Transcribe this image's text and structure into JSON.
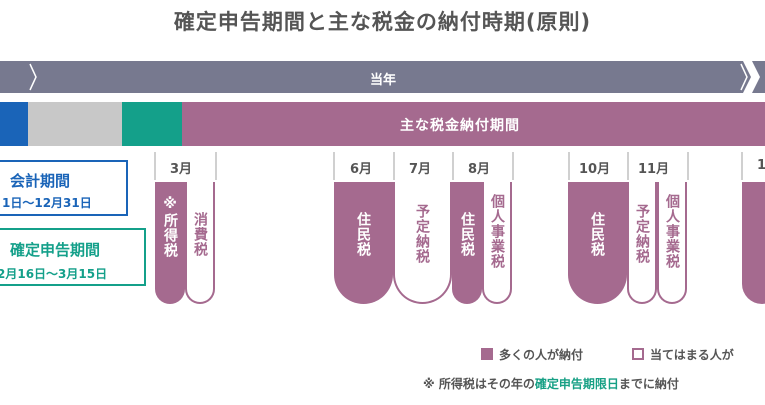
{
  "title": "確定申告期間と主な税金の納付時期(原則)",
  "timeline": {
    "year_label": "当年",
    "payment_period_label": "主な税金納付期間"
  },
  "periods": {
    "accounting": {
      "title": "会計期間",
      "dates": "1日～12月31日"
    },
    "filing": {
      "title": "確定申告期間",
      "dates": "2月16日～3月15日"
    }
  },
  "months": [
    {
      "label": "3月",
      "taxes": [
        {
          "label": "※所得税",
          "style": "filled"
        },
        {
          "label": "消費税",
          "style": "outline"
        }
      ]
    },
    {
      "label": "6月",
      "taxes": [
        {
          "label": "住民税",
          "style": "filled"
        }
      ]
    },
    {
      "label": "7月",
      "taxes": [
        {
          "label": "予定納税",
          "style": "outline"
        }
      ]
    },
    {
      "label": "8月",
      "taxes": [
        {
          "label": "住民税",
          "style": "filled"
        },
        {
          "label": "個人事業税",
          "style": "outline"
        }
      ]
    },
    {
      "label": "10月",
      "taxes": [
        {
          "label": "住民税",
          "style": "filled"
        }
      ]
    },
    {
      "label": "11月",
      "taxes": [
        {
          "label": "予定納税",
          "style": "outline"
        },
        {
          "label": "個人事業税",
          "style": "outline"
        }
      ]
    },
    {
      "label": "1"
    }
  ],
  "legend": {
    "filled_label": "多くの人が納付",
    "outline_label": "当てはまる人が"
  },
  "footnote": {
    "prefix": "※ 所得税はその年の",
    "highlight": "確定申告期限日",
    "suffix": "までに納付"
  },
  "colors": {
    "purple": "#a56a8f",
    "slate": "#77798f",
    "blue": "#1a64b8",
    "teal": "#14a08a",
    "gray": "#c8c8c8"
  }
}
